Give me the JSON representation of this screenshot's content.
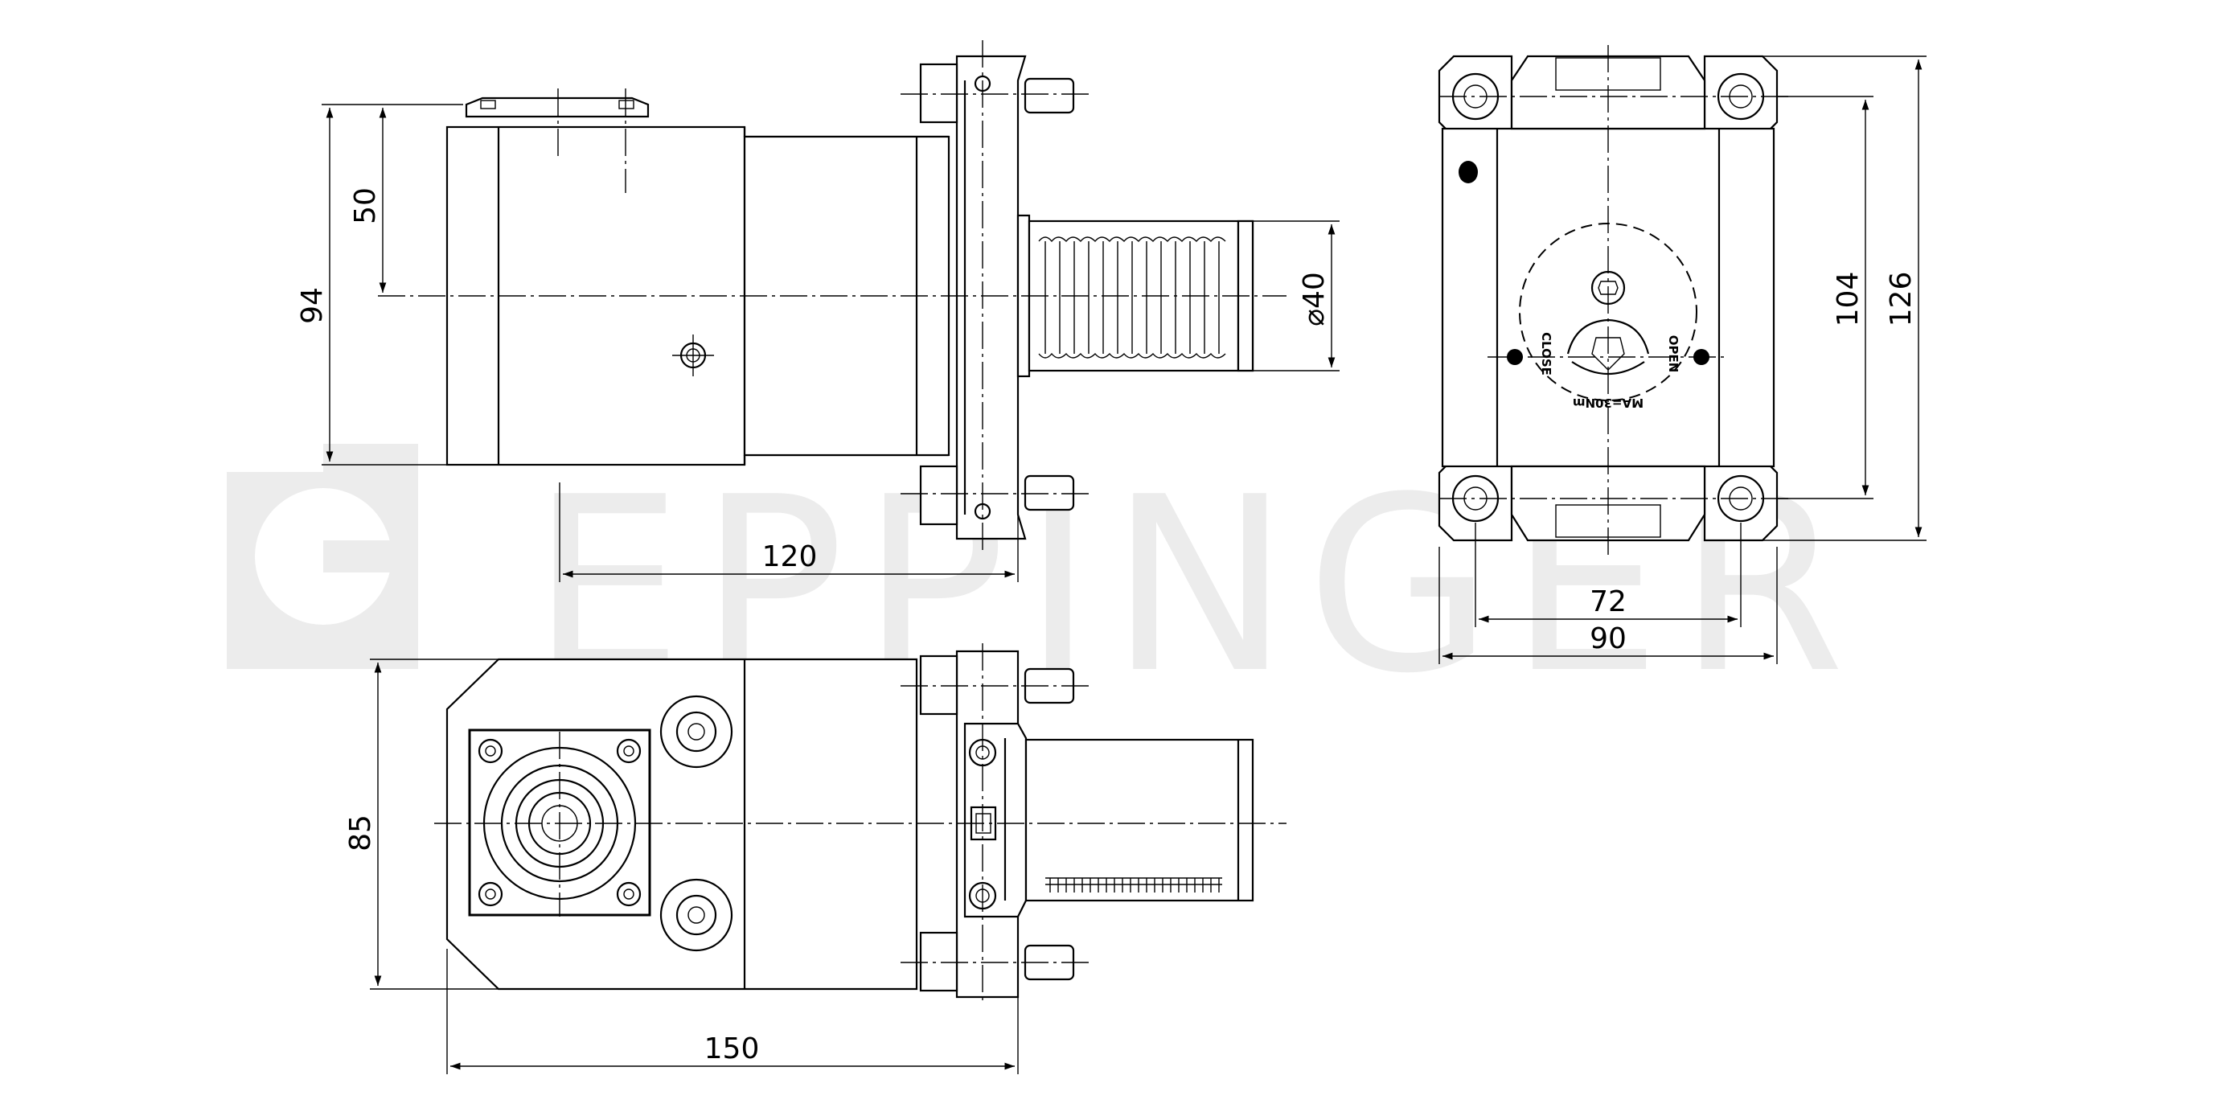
{
  "watermark": {
    "text": "EPPINGER",
    "color": "#ececec"
  },
  "dimensions": {
    "side_view": {
      "overall_height": "94",
      "axis_height": "50",
      "shank_diameter": "⌀40",
      "length": "120"
    },
    "front_view": {
      "width_inner": "72",
      "width_outer": "90",
      "height_inner": "104",
      "height_outer": "126"
    },
    "top_view": {
      "height": "85",
      "length": "150"
    }
  },
  "front_view_labels": {
    "close": "CLOSE",
    "open": "OPEN",
    "torque": "MA=30Nm"
  },
  "colors": {
    "line": "#000000",
    "background": "#ffffff",
    "watermark": "#ececec"
  }
}
